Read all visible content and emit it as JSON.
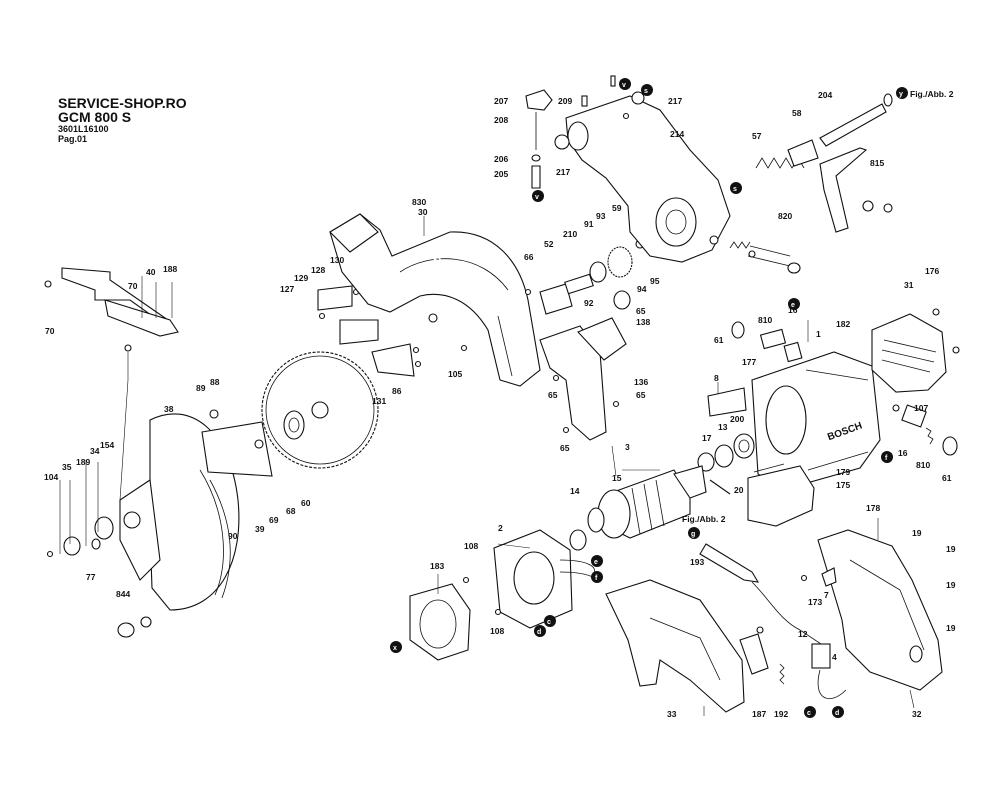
{
  "header": {
    "shop": "SERVICE-SHOP.RO",
    "model": "GCM 800 S",
    "code": "3601L16100",
    "page": "Pag.01"
  },
  "brand_mark": "BOSCH",
  "figure_ref": "Fig./Abb. 2",
  "markers": {
    "v": "v",
    "s": "s",
    "e": "e",
    "f": "f",
    "c": "c",
    "d": "d",
    "x": "x",
    "y": "y",
    "g": "g"
  },
  "part_numbers": [
    "70",
    "40",
    "188",
    "70",
    "38",
    "89",
    "88",
    "154",
    "104",
    "35",
    "189",
    "34",
    "77",
    "90",
    "39",
    "69",
    "68",
    "60",
    "844",
    "127",
    "129",
    "128",
    "130",
    "131",
    "86",
    "105",
    "830",
    "30",
    "66",
    "52",
    "210",
    "91",
    "93",
    "59",
    "92",
    "94",
    "95",
    "65",
    "138",
    "65",
    "136",
    "65",
    "65",
    "207",
    "208",
    "206",
    "205",
    "209",
    "217",
    "217",
    "214",
    "57",
    "58",
    "204",
    "815",
    "820",
    "31",
    "176",
    "182",
    "1",
    "16",
    "810",
    "61",
    "177",
    "8",
    "200",
    "13",
    "17",
    "107",
    "16",
    "810",
    "61",
    "3",
    "15",
    "14",
    "20",
    "179",
    "175",
    "178",
    "19",
    "19",
    "19",
    "19",
    "2",
    "108",
    "108",
    "183",
    "193",
    "7",
    "173",
    "12",
    "4",
    "187",
    "192",
    "33",
    "32"
  ]
}
